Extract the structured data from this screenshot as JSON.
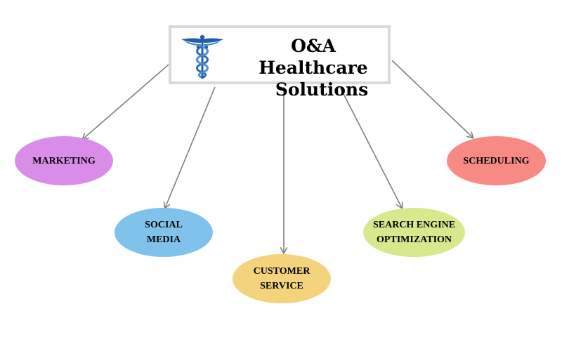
{
  "diagram": {
    "title_line1": "O&A Healthcare",
    "title_line2": "Solutions",
    "logo_icon": "caduceus-icon",
    "nodes": [
      {
        "id": "marketing",
        "label": "MARKETING",
        "color": "#d98de8"
      },
      {
        "id": "social-media",
        "label": "SOCIAL\nMEDIA",
        "color": "#7fc3ec"
      },
      {
        "id": "customer-service",
        "label": "CUSTOMER\nSERVICE",
        "color": "#f3d47c"
      },
      {
        "id": "search-engine-optimization",
        "label": "SEARCH ENGINE\nOPTIMIZATION",
        "color": "#d6e98c"
      },
      {
        "id": "scheduling",
        "label": "SCHEDULING",
        "color": "#f88a86"
      }
    ],
    "edges": [
      {
        "from": "header",
        "to": "marketing"
      },
      {
        "from": "header",
        "to": "social-media"
      },
      {
        "from": "header",
        "to": "customer-service"
      },
      {
        "from": "header",
        "to": "search-engine-optimization"
      },
      {
        "from": "header",
        "to": "scheduling"
      }
    ],
    "line_color": "#7f7f7f",
    "logo_color": "#1f5fa8"
  }
}
